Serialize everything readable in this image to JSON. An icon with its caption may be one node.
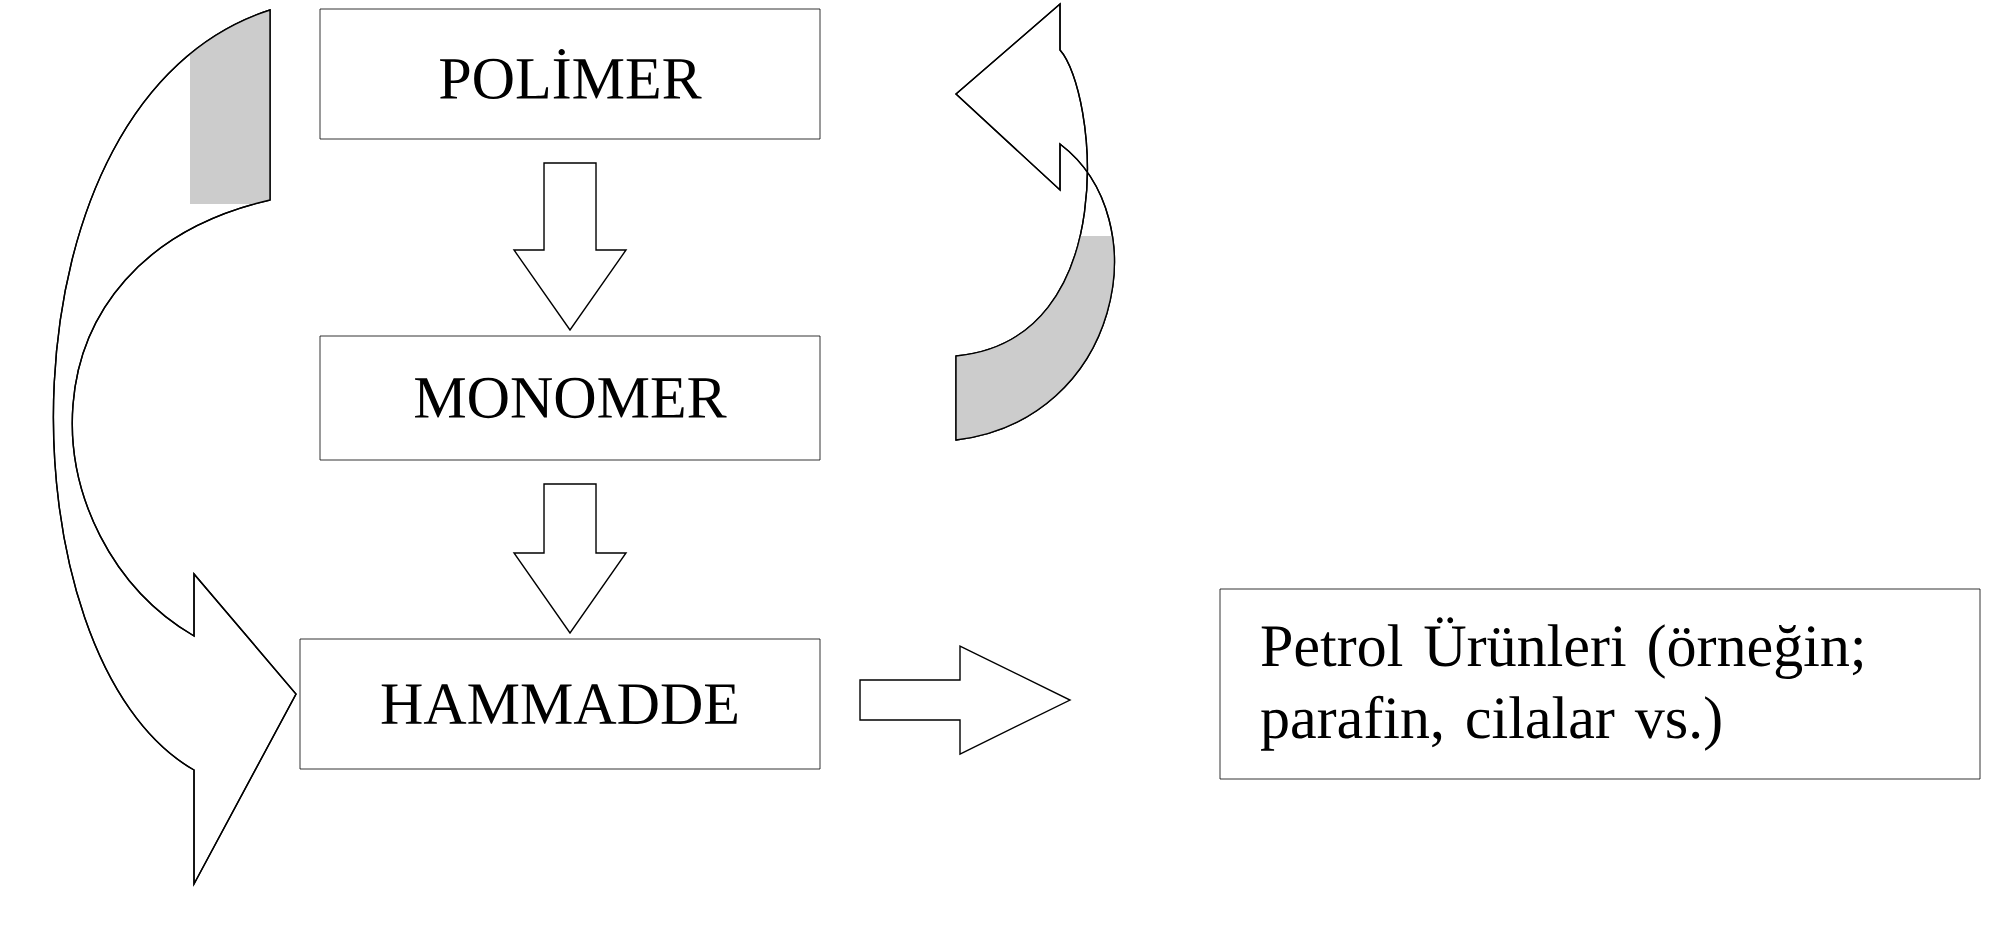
{
  "diagram": {
    "nodes": [
      {
        "text": [
          "POLİMER"
        ]
      },
      {
        "text": [
          "MONOMER"
        ]
      },
      {
        "text": [
          "HAMMADDE"
        ]
      },
      {
        "text": [
          "Petrol Ürünleri (örneğin; parafin, cilalar vs.)"
        ]
      }
    ],
    "edges": [
      {
        "from": 0,
        "to": 1,
        "arrow": "to"
      },
      {
        "from": 1,
        "to": 2,
        "arrow": "to"
      },
      {
        "from": 2,
        "to": 3,
        "arrow": "to"
      },
      {
        "from": 1,
        "to": 0,
        "arrow": "to"
      },
      {
        "from": 0,
        "to": 2,
        "arrow": "to"
      }
    ]
  }
}
